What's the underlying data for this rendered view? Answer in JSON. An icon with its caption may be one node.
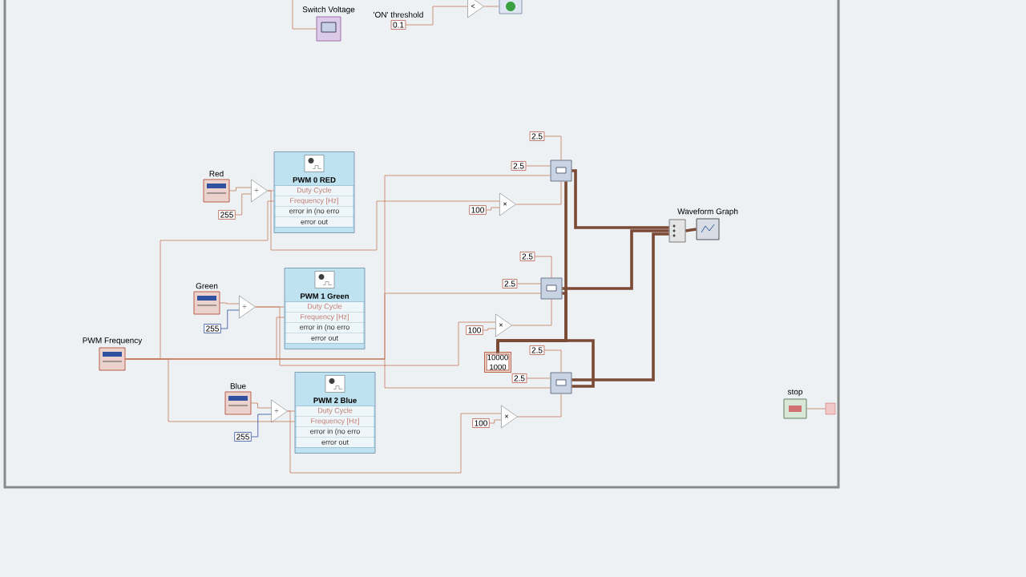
{
  "diagram": {
    "nodes": [
      {
        "text": [
          "Switch Voltage"
        ]
      },
      {
        "text": [
          "'ON' threshold",
          "0.1"
        ]
      },
      {
        "text": [
          "<"
        ]
      },
      {
        "text": [],
        "shape": "box"
      },
      {
        "text": [
          "Red"
        ]
      },
      {
        "text": [
          "255"
        ]
      },
      {
        "text": [
          "÷"
        ]
      },
      {
        "text": [
          "PWM 0 RED",
          "Duty Cycle",
          "Frequency [Hz]",
          "error in (no erro",
          "error out"
        ]
      },
      {
        "text": [
          "Green"
        ]
      },
      {
        "text": [
          "255"
        ]
      },
      {
        "text": [
          "÷"
        ]
      },
      {
        "text": [
          "PWM 1 Green",
          "Duty Cycle",
          "Frequency [Hz]",
          "error in (no erro",
          "error out"
        ]
      },
      {
        "text": [
          "PWM Frequency"
        ]
      },
      {
        "text": [
          "Blue"
        ]
      },
      {
        "text": [
          "255"
        ]
      },
      {
        "text": [
          "÷"
        ]
      },
      {
        "text": [
          "PWM 2 Blue",
          "Duty Cycle",
          "Frequency [Hz]",
          "error in (no erro",
          "error out"
        ]
      },
      {
        "text": [
          "100"
        ]
      },
      {
        "text": [
          "×"
        ]
      },
      {
        "text": [
          "100"
        ]
      },
      {
        "text": [
          "×"
        ]
      },
      {
        "text": [
          "100"
        ]
      },
      {
        "text": [
          "×"
        ]
      },
      {
        "text": [
          "2.5"
        ]
      },
      {
        "text": [
          "2.5"
        ]
      },
      {
        "text": [],
        "shape": "box"
      },
      {
        "text": [
          "2.5"
        ]
      },
      {
        "text": [
          "2.5"
        ]
      },
      {
        "text": [],
        "shape": "box"
      },
      {
        "text": [
          "10000",
          "1000"
        ]
      },
      {
        "text": [
          "2.5"
        ]
      },
      {
        "text": [
          "2.5"
        ]
      },
      {
        "text": [],
        "shape": "box"
      },
      {
        "text": [],
        "shape": "box"
      },
      {
        "text": [
          "Waveform Graph"
        ]
      },
      {
        "text": [
          "stop"
        ]
      }
    ],
    "edges": [
      {
        "from": null,
        "to": 0,
        "arrow": "none"
      },
      {
        "from": 1,
        "to": 2,
        "arrow": "none"
      },
      {
        "from": 2,
        "to": 3,
        "arrow": "none"
      },
      {
        "from": 4,
        "to": 6,
        "arrow": "none"
      },
      {
        "from": 5,
        "to": 6,
        "arrow": "none"
      },
      {
        "from": 6,
        "to": 7,
        "arrow": "none"
      },
      {
        "from": 12,
        "to": 7,
        "arrow": "none"
      },
      {
        "from": 12,
        "to": 11,
        "arrow": "none"
      },
      {
        "from": 12,
        "to": 16,
        "arrow": "none"
      },
      {
        "from": 8,
        "to": 10,
        "arrow": "none"
      },
      {
        "from": 9,
        "to": 10,
        "arrow": "none",
        "color": "#3050a0"
      },
      {
        "from": 10,
        "to": 11,
        "arrow": "none"
      },
      {
        "from": 13,
        "to": 15,
        "arrow": "none"
      },
      {
        "from": 14,
        "to": 15,
        "arrow": "none",
        "color": "#3050a0"
      },
      {
        "from": 15,
        "to": 16,
        "arrow": "none"
      },
      {
        "from": 6,
        "to": 18,
        "arrow": "none"
      },
      {
        "from": 17,
        "to": 18,
        "arrow": "none"
      },
      {
        "from": 18,
        "to": 25,
        "arrow": "none"
      },
      {
        "from": 23,
        "to": 25,
        "arrow": "none"
      },
      {
        "from": 24,
        "to": 25,
        "arrow": "none"
      },
      {
        "from": 12,
        "to": 25,
        "arrow": "none"
      },
      {
        "from": 10,
        "to": 20,
        "arrow": "none"
      },
      {
        "from": 19,
        "to": 20,
        "arrow": "none"
      },
      {
        "from": 20,
        "to": 28,
        "arrow": "none"
      },
      {
        "from": 26,
        "to": 28,
        "arrow": "none"
      },
      {
        "from": 27,
        "to": 28,
        "arrow": "none"
      },
      {
        "from": 12,
        "to": 28,
        "arrow": "none"
      },
      {
        "from": 15,
        "to": 22,
        "arrow": "none"
      },
      {
        "from": 21,
        "to": 22,
        "arrow": "none"
      },
      {
        "from": 22,
        "to": 32,
        "arrow": "none"
      },
      {
        "from": 30,
        "to": 32,
        "arrow": "none"
      },
      {
        "from": 31,
        "to": 32,
        "arrow": "none"
      },
      {
        "from": 12,
        "to": 32,
        "arrow": "none"
      },
      {
        "from": 29,
        "to": 25,
        "arrow": "none",
        "style": "thick",
        "color": "#7a4a34"
      },
      {
        "from": 29,
        "to": 28,
        "arrow": "none",
        "style": "thick",
        "color": "#7a4a34"
      },
      {
        "from": 29,
        "to": 32,
        "arrow": "none",
        "style": "thick",
        "color": "#7a4a34"
      },
      {
        "from": 25,
        "to": 33,
        "arrow": "none",
        "style": "thick",
        "color": "#7a4a34"
      },
      {
        "from": 28,
        "to": 33,
        "arrow": "none",
        "style": "thick",
        "color": "#7a4a34"
      },
      {
        "from": 32,
        "to": 33,
        "arrow": "none",
        "style": "thick",
        "color": "#7a4a34"
      },
      {
        "from": 33,
        "to": 34,
        "arrow": "none",
        "style": "thick",
        "color": "#7a4a34"
      },
      {
        "from": 35,
        "to": null,
        "arrow": "none"
      }
    ]
  }
}
